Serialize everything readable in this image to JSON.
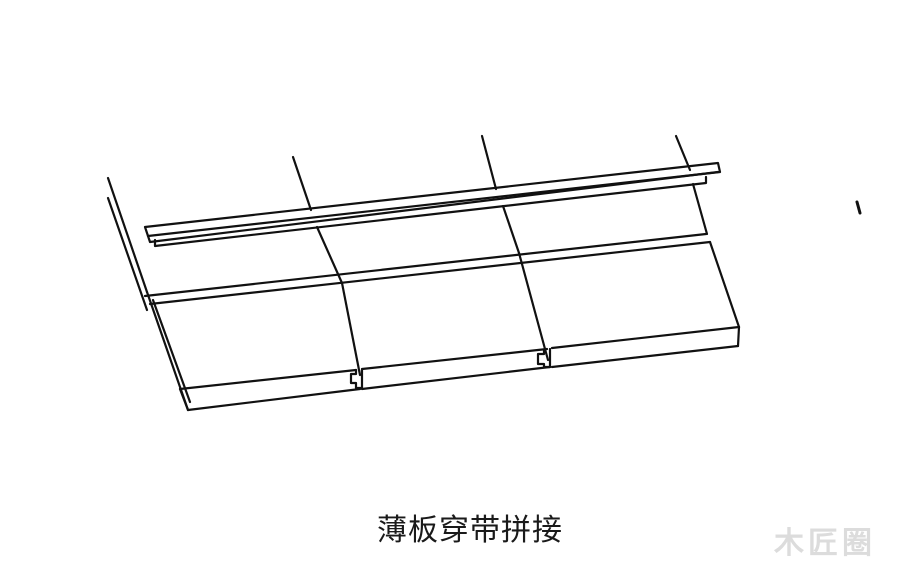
{
  "diagram": {
    "caption": "薄板穿带拼接",
    "watermark": "木匠圈",
    "colors": {
      "line": "#111111",
      "background": "#ffffff",
      "caption": "#1a1a1a",
      "watermark": "#dcdcdc"
    },
    "elements": [
      "thin-boards",
      "batten-strip",
      "groove-channel",
      "dovetail-joints",
      "board-edge"
    ]
  }
}
